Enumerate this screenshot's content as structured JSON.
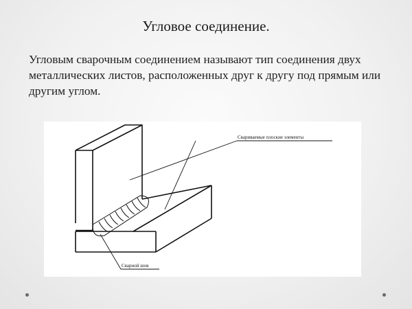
{
  "slide": {
    "title": "Угловое соединение.",
    "body": "Угловым сварочным соединением называют тип соединения двух металлических листов, расположенных друг к другу под прямым или другим углом.",
    "figure": {
      "label_plates": "Свариваемые плоские элементы",
      "label_weld": "Сварной шов"
    },
    "nav": {
      "left_dot": "bullet-left",
      "right_dot": "bullet-right"
    }
  }
}
